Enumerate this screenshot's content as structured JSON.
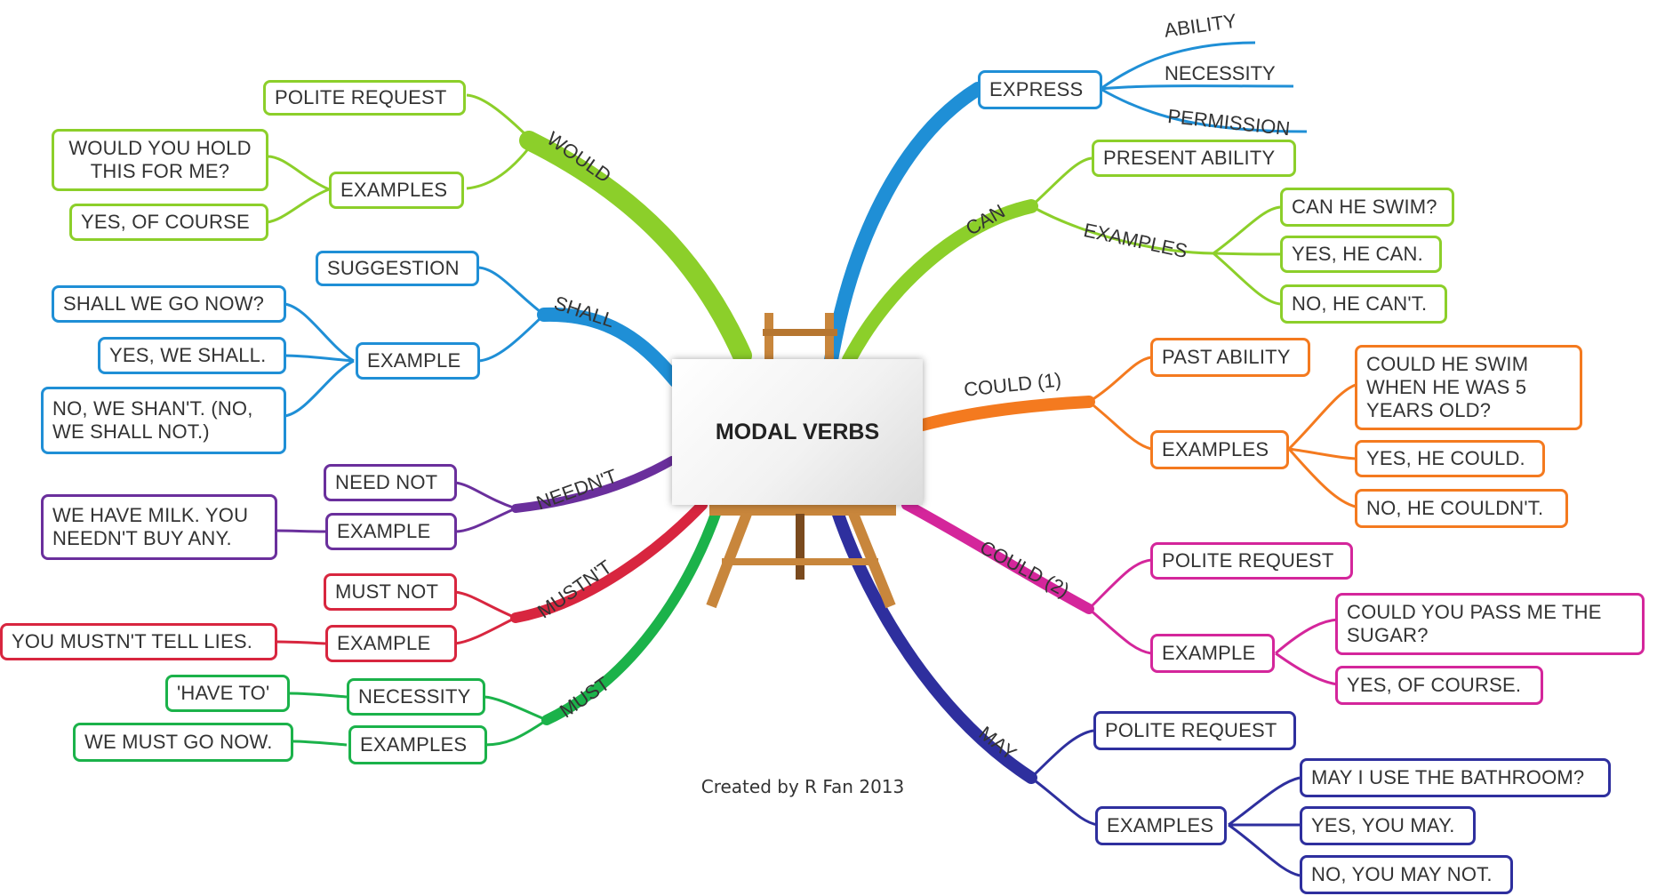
{
  "center": {
    "title": "MODAL VERBS"
  },
  "credit": "Created by R Fan 2013",
  "colors": {
    "would": "#8ccf2a",
    "shall": "#1f8fd6",
    "neednt": "#6a2f9c",
    "mustnt": "#d8263f",
    "must": "#1bb24a",
    "express": "#1f8fd6",
    "can": "#8ccf2a",
    "could1": "#f47a1f",
    "could2": "#d4269b",
    "may": "#2e2f9e"
  },
  "branches": {
    "would": "WOULD",
    "shall": "SHALL",
    "neednt": "NEEDN'T",
    "mustnt": "MUSTN'T",
    "must": "MUST",
    "can": "CAN",
    "could1": "COULD (1)",
    "could2": "COULD (2)",
    "may": "MAY"
  },
  "nodes": {
    "would_polite": "POLITE REQUEST",
    "would_examples": "EXAMPLES",
    "would_ex1": "WOULD YOU HOLD\nTHIS FOR ME?",
    "would_ex2": "YES, OF COURSE",
    "shall_suggestion": "SUGGESTION",
    "shall_example": "EXAMPLE",
    "shall_ex1": "SHALL WE GO NOW?",
    "shall_ex2": "YES, WE SHALL.",
    "shall_ex3": "NO, WE SHAN'T. (NO,\nWE SHALL NOT.)",
    "neednt_neednot": "NEED NOT",
    "neednt_example": "EXAMPLE",
    "neednt_ex1": "WE HAVE MILK. YOU\nNEEDN'T BUY ANY.",
    "mustnt_mustnot": "MUST NOT",
    "mustnt_example": "EXAMPLE",
    "mustnt_ex1": "YOU MUSTN'T TELL LIES.",
    "must_necessity": "NECESSITY",
    "must_examples": "EXAMPLES",
    "must_haveto": "'HAVE TO'",
    "must_ex1": "WE MUST GO NOW.",
    "express": "EXPRESS",
    "express_ability": "ABILITY",
    "express_necessity": "NECESSITY",
    "express_permission": "PERMISSION",
    "can_present": "PRESENT ABILITY",
    "can_examples_label": "EXAMPLES",
    "can_ex1": "CAN HE SWIM?",
    "can_ex2": "YES, HE CAN.",
    "can_ex3": "NO, HE CAN'T.",
    "could1_past": "PAST ABILITY",
    "could1_examples": "EXAMPLES",
    "could1_ex1": "COULD HE SWIM\nWHEN HE WAS 5\nYEARS OLD?",
    "could1_ex2": "YES, HE COULD.",
    "could1_ex3": "NO, HE COULDN'T.",
    "could2_polite": "POLITE REQUEST",
    "could2_example": "EXAMPLE",
    "could2_ex1": "COULD YOU PASS ME THE\nSUGAR?",
    "could2_ex2": "YES, OF COURSE.",
    "may_polite": "POLITE REQUEST",
    "may_examples": "EXAMPLES",
    "may_ex1": "MAY I USE THE BATHROOM?",
    "may_ex2": "YES, YOU MAY.",
    "may_ex3": "NO, YOU MAY NOT."
  }
}
